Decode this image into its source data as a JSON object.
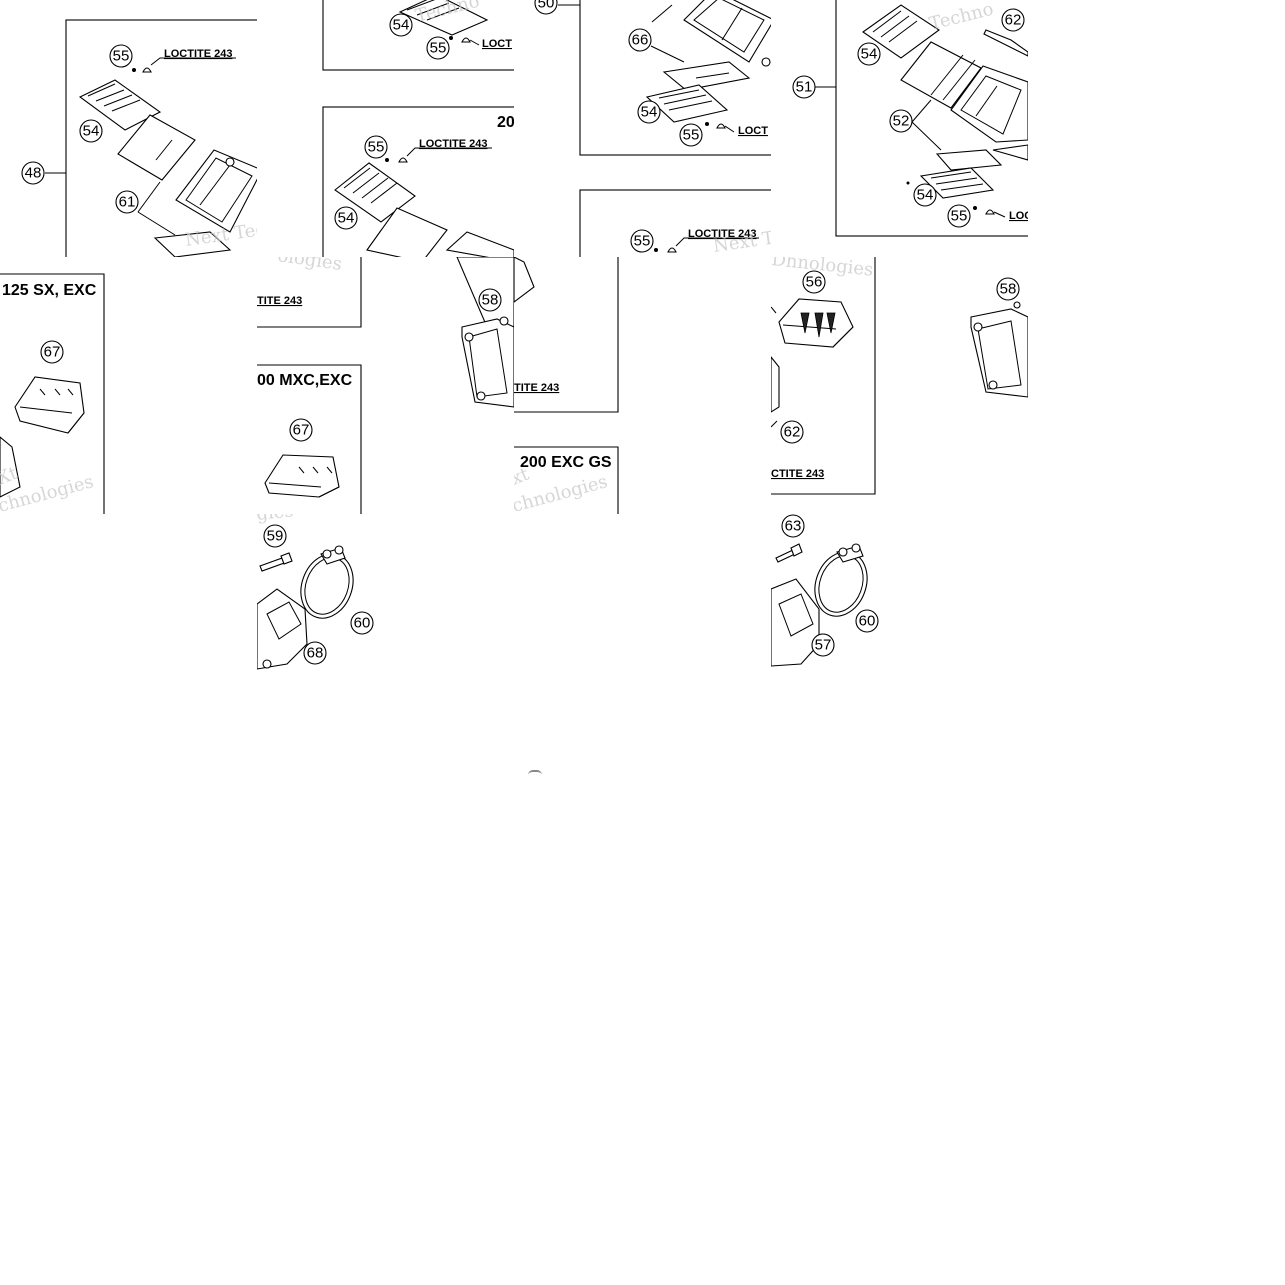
{
  "diagram": {
    "watermark_words": [
      "Next",
      "Technologies",
      "Techno",
      "Ne",
      "Xt"
    ],
    "tiles": [
      {
        "id": "t00",
        "callouts": [
          "55",
          "54",
          "61",
          "48"
        ],
        "note": "LOCTITE 243"
      },
      {
        "id": "t01",
        "callouts": [
          "54",
          "55",
          "55",
          "54"
        ],
        "notes": [
          "LOCT",
          "LOCTITE 243"
        ],
        "variant": "20"
      },
      {
        "id": "t02",
        "callouts": [
          "50",
          "66",
          "54",
          "55",
          "55"
        ],
        "notes": [
          "LOCT",
          "LOCTITE 243"
        ]
      },
      {
        "id": "t03",
        "callouts": [
          "62",
          "54",
          "51",
          "52",
          "54",
          "55"
        ],
        "note": "LOC"
      },
      {
        "id": "t10",
        "callouts": [
          "67"
        ],
        "variant": "125 SX, EXC"
      },
      {
        "id": "t11",
        "callouts": [
          "67"
        ],
        "notes": [
          "TITE 243"
        ],
        "variant": "00 MXC,EXC"
      },
      {
        "id": "t12",
        "callouts": [
          "58"
        ],
        "notes": [
          "TITE 243"
        ],
        "variant": "200 EXC GS"
      },
      {
        "id": "t13",
        "callouts": [
          "56",
          "62"
        ],
        "notes": [
          "CTITE 243"
        ]
      },
      {
        "id": "t14",
        "callouts": [
          "58"
        ]
      },
      {
        "id": "t21",
        "callouts": [
          "59",
          "60",
          "68"
        ]
      },
      {
        "id": "t23",
        "callouts": [
          "63",
          "60",
          "57"
        ]
      }
    ]
  }
}
